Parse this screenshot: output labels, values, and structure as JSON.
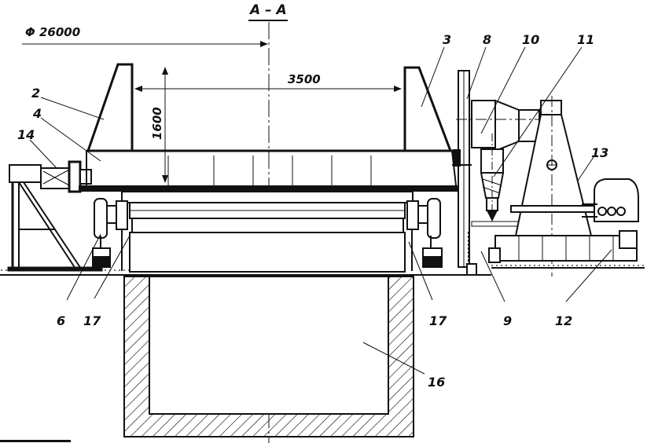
{
  "section_label": "A – A",
  "diameter_label": "Φ 26000",
  "dimensions": {
    "width": "3500",
    "height": "1600"
  },
  "callouts": {
    "c2": "2",
    "c3": "3",
    "c4": "4",
    "c6": "6",
    "c8": "8",
    "c9": "9",
    "c10": "10",
    "c11": "11",
    "c12": "12",
    "c13": "13",
    "c14": "14",
    "c16": "16",
    "c17_left": "17",
    "c17_right": "17"
  }
}
